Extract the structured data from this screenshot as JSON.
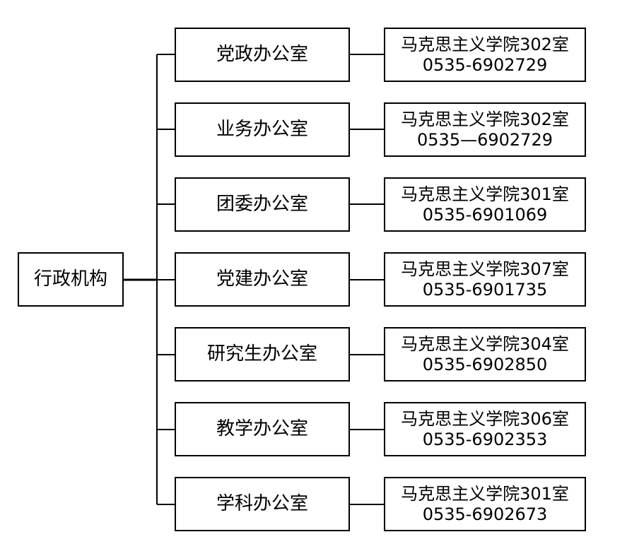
{
  "root": {
    "label": "行政机构"
  },
  "offices": [
    {
      "name": "党政办公室",
      "location": "马克思主义学院302室",
      "phone": "0535-6902729"
    },
    {
      "name": "业务办公室",
      "location": "马克思主义学院302室",
      "phone": "0535—6902729"
    },
    {
      "name": "团委办公室",
      "location": "马克思主义学院301室",
      "phone": "0535-6901069"
    },
    {
      "name": "党建办公室",
      "location": "马克思主义学院307室",
      "phone": "0535-6901735"
    },
    {
      "name": "研究生办公室",
      "location": "马克思主义学院304室",
      "phone": "0535-6902850"
    },
    {
      "name": "教学办公室",
      "location": "马克思主义学院306室",
      "phone": "0535-6902353"
    },
    {
      "name": "学科办公室",
      "location": "马克思主义学院301室",
      "phone": "0535-6902673"
    }
  ]
}
